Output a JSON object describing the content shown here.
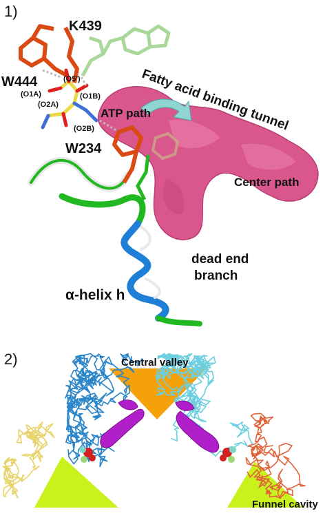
{
  "panel1": {
    "number": "1)",
    "labels": {
      "k439": "K439",
      "w444": "W444",
      "w234": "W234",
      "o5": "(O5')",
      "o1a": "(O1A)",
      "o2a": "(O2A)",
      "o1b": "(O1B)",
      "o2b": "(O2B)",
      "atp_path": "ATP path",
      "tunnel": "Fatty acid binding tunnel",
      "center_path": "Center path",
      "dead_end_1": "dead end",
      "dead_end_2": "branch",
      "helix": "α-helix h"
    },
    "colors": {
      "tunnel": "#d9578c",
      "residue": "#d94a14",
      "atp": "#a9d89a",
      "phosphate": "#e8d84a",
      "arrow": "#8fd6d2",
      "helix_green": "#22b822",
      "helix_blue": "#1f7fd6",
      "helix_white": "#e8e8e8"
    }
  },
  "panel2": {
    "number": "2)",
    "labels": {
      "central_valley": "Central valley",
      "funnel_cavity": "Funnel cavity"
    },
    "colors": {
      "valley": "#f5a10a",
      "funnel": "#c9f21c",
      "blue_chain": "#2b86c9",
      "cyan_chain": "#6ccfe0",
      "yellow_chain": "#e8d36a",
      "orange_chain": "#e0633a",
      "pocket": "#b01fc9"
    }
  }
}
